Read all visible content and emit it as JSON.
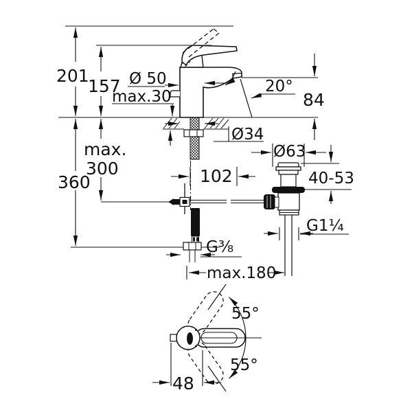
{
  "colors": {
    "ink": "#111111",
    "background": "#ffffff"
  },
  "dims": {
    "total_height": "201",
    "spout_top_height": "157",
    "deck_max": "max.30",
    "body_dia": "Ø 50",
    "stream_angle": "20°",
    "spout_height": "84",
    "hole_dia": "Ø34",
    "below_max_word": "max.",
    "below_max_value": "300",
    "below_total": "360",
    "waste_offset": "102",
    "waste_dia": "Ø63",
    "clamp_range": "40-53",
    "waste_thread": "G1¹⁄₄",
    "supply_thread": "G³⁄₈",
    "reach_max": "max.180",
    "swing_upper": "55°",
    "swing_lower": "55°",
    "handle_width": "48"
  }
}
